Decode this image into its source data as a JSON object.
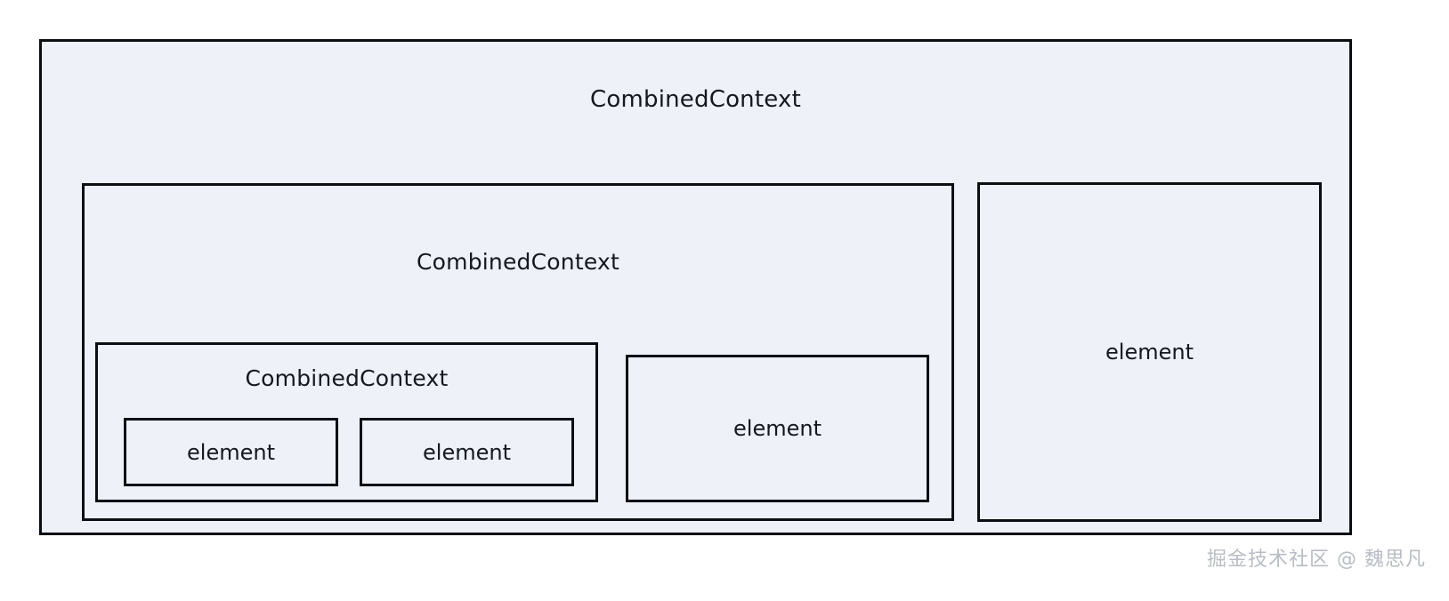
{
  "diagram": {
    "type": "nested-box-hierarchy",
    "background_color": "#ffffff",
    "box_fill_color": "#eef1f8",
    "box_border_color": "#0b0e14",
    "text_color": "#14181f",
    "outer": {
      "title": "CombinedContext",
      "level": 1,
      "inner": {
        "title": "CombinedContext",
        "level": 2,
        "innermost": {
          "title": "CombinedContext",
          "level": 3,
          "elements": [
            {
              "label": "element"
            },
            {
              "label": "element"
            }
          ]
        },
        "sibling_element": {
          "label": "element"
        }
      },
      "right_element": {
        "label": "element"
      }
    }
  },
  "watermark": {
    "text": "掘金技术社区 @ 魏思凡",
    "color": "#b9bcc4"
  }
}
